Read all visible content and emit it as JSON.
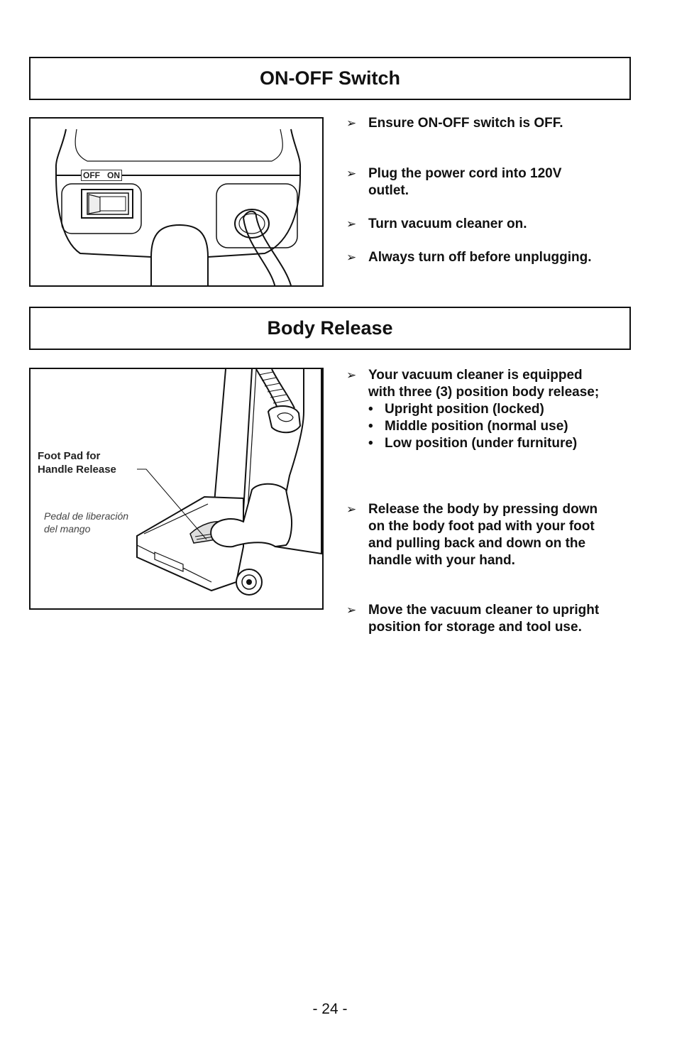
{
  "sections": {
    "onoff": {
      "title": "ON-OFF Switch",
      "figure": {
        "switch_off_label": "OFF",
        "switch_on_label": "ON"
      },
      "bullets": [
        {
          "marker": "➢",
          "text": "Ensure ON-OFF switch is OFF."
        },
        {
          "marker": "➢",
          "line1": "Plug the power cord into 120V",
          "line2": "outlet."
        },
        {
          "marker": "➢",
          "text": "Turn vacuum cleaner on."
        },
        {
          "marker": "➢",
          "text": "Always turn off before unplugging."
        }
      ]
    },
    "body_release": {
      "title": "Body Release",
      "figure": {
        "label_line1": "Foot Pad for",
        "label_line2": "Handle Release",
        "label_es_line1": "Pedal de liberación",
        "label_es_line2": "del mango"
      },
      "bullets": [
        {
          "marker": "➢",
          "line1": "Your vacuum cleaner is equipped",
          "line2": "with three (3) position body release;",
          "subitems": [
            {
              "dot": "•",
              "text": "Upright position (locked)"
            },
            {
              "dot": "•",
              "text": "Middle position (normal use)"
            },
            {
              "dot": "•",
              "text": "Low position (under furniture)"
            }
          ]
        },
        {
          "marker": "➢",
          "line1": "Release the body by pressing down",
          "line2": "on the body foot pad with your foot",
          "line3": "and pulling back and down on the",
          "line4": "handle with your hand."
        },
        {
          "marker": "➢",
          "line1": "Move the vacuum cleaner to upright",
          "line2": "position for storage and tool use."
        }
      ]
    }
  },
  "page_number": "- 24 -"
}
